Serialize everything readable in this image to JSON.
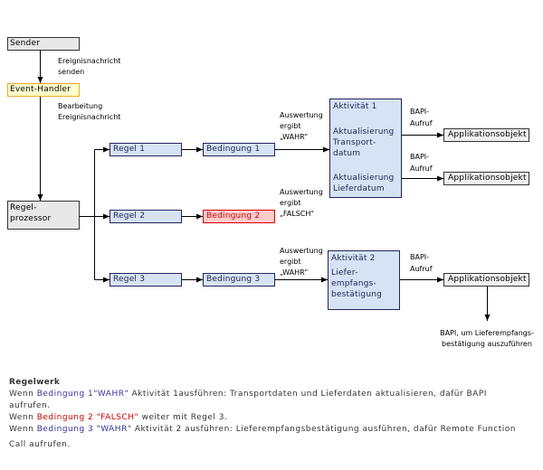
{
  "colors": {
    "gray_box_fill": "#e8e8e8",
    "app_box_fill": "#f0f0f0",
    "box_border": "#333333",
    "event_handler_fill": "#ffffcc",
    "event_handler_border": "#f0a830",
    "blue_box_fill": "#d6e3f5",
    "blue_box_border": "#23235a",
    "blue_box_text": "#1f2350",
    "false_fill": "#ffcccc",
    "false_border": "#d40000",
    "false_text": "#cc0000",
    "true_text": "#333399",
    "body_text": "#333333"
  },
  "nodes": {
    "sender": "Sender",
    "event_handler": "Event-Handler",
    "regelprozessor": [
      "Regel-",
      "prozessor"
    ],
    "regel_1": "Regel 1",
    "regel_2": "Regel 2",
    "regel_3": "Regel 3",
    "bedingung_1": "Bedingung 1",
    "bedingung_2": "Bedingung 2",
    "bedingung_3": "Bedingung 3",
    "aktivitaet_1": {
      "title": "Aktivität 1",
      "groups": [
        [
          "Aktualisierung",
          "Transport-",
          "datum"
        ],
        [
          "Aktualisierung",
          "Lieferdatum"
        ]
      ]
    },
    "aktivitaet_2": {
      "title": "Aktivität 2",
      "groups": [
        [
          "Liefer-",
          "empfangs-",
          "bestätigung"
        ]
      ]
    },
    "applikationsobjekt_1": "Applikationsobjekt",
    "applikationsobjekt_2": "Applikationsobjekt",
    "applikationsobjekt_3": "Applikationsobjekt"
  },
  "edge_labels": {
    "sender_to_event_handler": [
      "Ereignisnachricht",
      "senden"
    ],
    "event_handler_to_regelprozessor": [
      "Bearbeitung",
      "Ereignisnachricht"
    ],
    "bedingung_1_result": [
      "Auswertung",
      "ergibt",
      "„WAHR“"
    ],
    "bedingung_2_result": [
      "Auswertung",
      "ergibt",
      "„FALSCH“"
    ],
    "bedingung_3_result": [
      "Auswertung",
      "ergibt",
      "„WAHR“"
    ],
    "aktivitaet_1_call_1": [
      "BAPI-",
      "Aufruf"
    ],
    "aktivitaet_1_call_2": [
      "BAPI-",
      "Aufruf"
    ],
    "aktivitaet_2_call": [
      "BAPI-",
      "Aufruf"
    ],
    "final_step": [
      "BAPI, um Lieferempfangs-",
      "bestätigung auszuführen"
    ]
  },
  "regelwerk": {
    "title": "Regelwerk",
    "rules": [
      {
        "prefix": "Wenn ",
        "condition": "Bedingung 1\"WAHR\"",
        "action": " Aktivität 1ausführen: Transportdaten und Lieferdaten aktualisieren, dafür BAPI",
        "continuation": "aufrufen."
      },
      {
        "prefix": "Wenn ",
        "condition": "Bedingung 2 \"FALSCH\"",
        "action": " weiter mit Regel 3."
      },
      {
        "prefix": "Wenn ",
        "condition": "Bedingung 3 \"WAHR\"",
        "action": " Aktivität 2 ausführen: Lieferempfangsbestätigung ausführen, dafür Remote Function",
        "continuation": "Call aufrufen."
      }
    ]
  }
}
